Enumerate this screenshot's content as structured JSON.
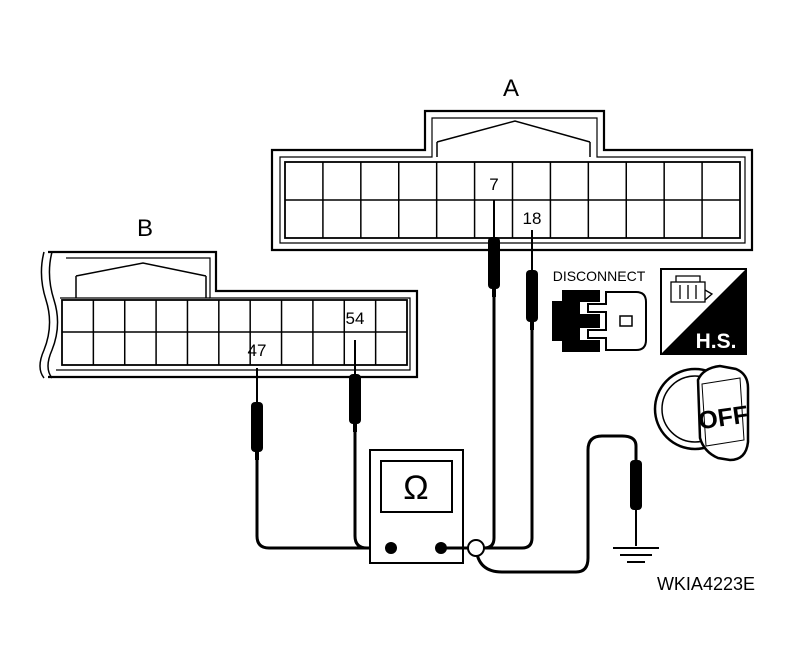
{
  "connector_a": {
    "label": "A",
    "pin_7": "7",
    "pin_18": "18"
  },
  "connector_b": {
    "label": "B",
    "pin_54": "54",
    "pin_47": "47"
  },
  "meter": {
    "symbol": "Ω"
  },
  "icons": {
    "disconnect_label": "DISCONNECT",
    "hs_label": "H.S.",
    "ignition_label": "OFF"
  },
  "figure_id": "WKIA4223E",
  "icon_names": [
    "disconnect-connector-icon",
    "harness-side-icon",
    "ignition-key-off-icon",
    "ground-icon",
    "ohmmeter-icon",
    "probe-icon"
  ]
}
